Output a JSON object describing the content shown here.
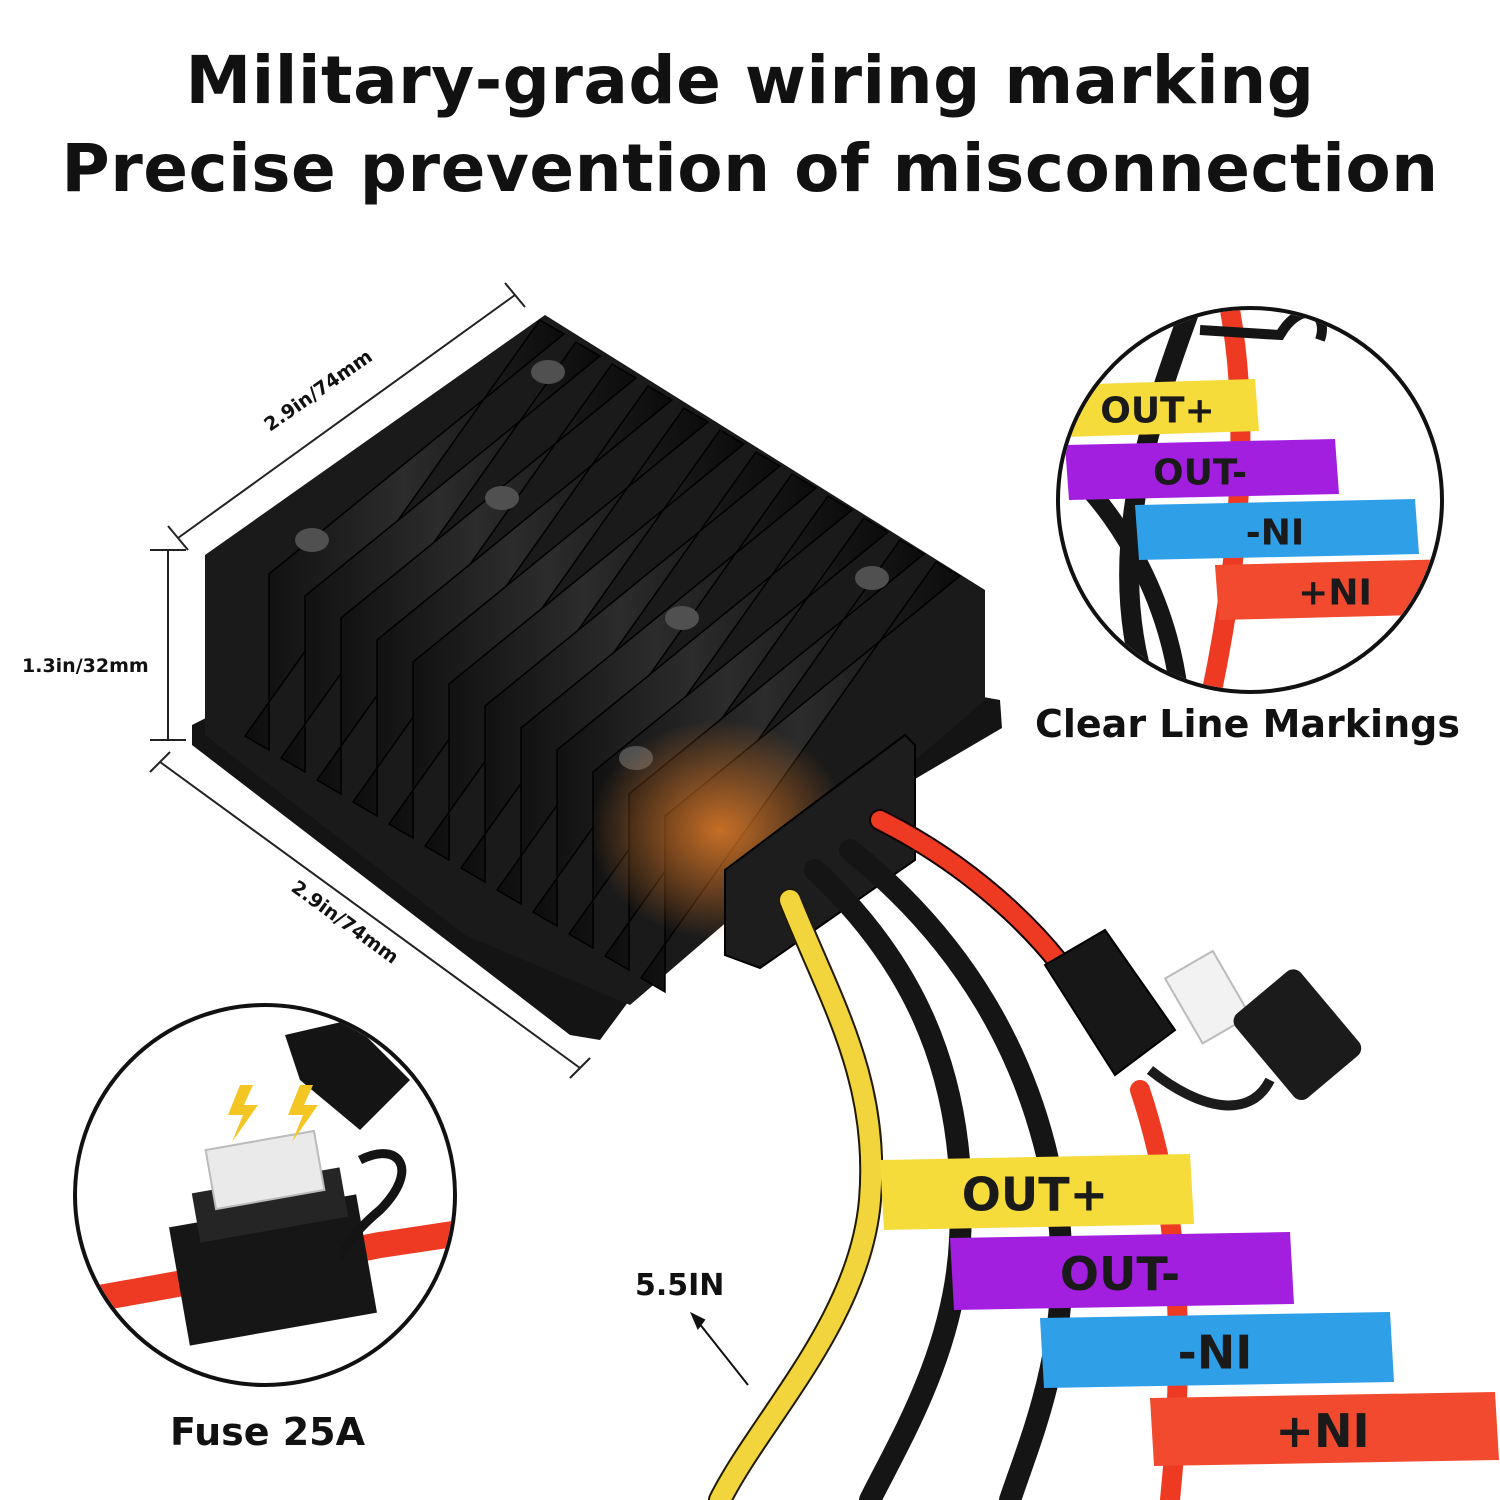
{
  "header": {
    "line1": "Military-grade wiring marking",
    "line2": "Precise prevention of misconnection"
  },
  "dimensions": {
    "top_width": "2.9in/74mm",
    "height": "1.3in/32mm",
    "bottom_width": "2.9in/74mm"
  },
  "callouts": {
    "clear_markings": "Clear Line Markings",
    "fuse": "Fuse 25A",
    "cable_length": "5.5IN"
  },
  "wire_labels": [
    {
      "text": "OUT+",
      "color": "#f5dc3a"
    },
    {
      "text": "OUT-",
      "color": "#a21fe0"
    },
    {
      "text": "-NI",
      "color": "#2f9fe8"
    },
    {
      "text": "+NI",
      "color": "#f24a2e"
    }
  ],
  "colors": {
    "housing": "#161616",
    "wire_yellow": "#f2d43c",
    "wire_black": "#151515",
    "wire_red": "#ee3a22"
  }
}
